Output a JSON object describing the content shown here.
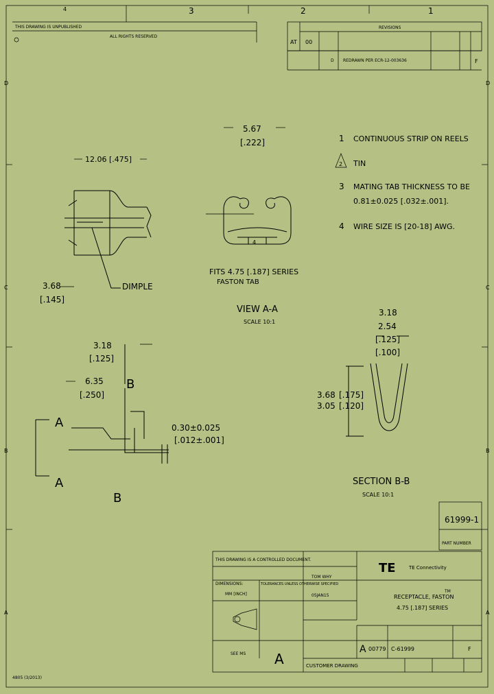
{
  "zones_top": [
    "4",
    "3",
    "2",
    "1"
  ],
  "zones_side": [
    "D",
    "C",
    "B",
    "A"
  ],
  "header": {
    "copyright_line": "THIS DRAWING IS UNPUBLISHED",
    "rights_line": "ALL RIGHTS RESERVED",
    "rev_loc": "AT",
    "rev_dist": "00",
    "revisions_title": "REVISIONS",
    "revision_letter": "D",
    "revision_desc": "REDRAWN PER ECR-12-003636",
    "revision_drawn": "F"
  },
  "notes": [
    {
      "num": "1",
      "text": "CONTINUOUS STRIP ON REELS"
    },
    {
      "num": "2",
      "text": "TIN",
      "flag": true
    },
    {
      "num": "3",
      "text": "MATING TAB THICKNESS TO BE",
      "text2": "0.81±0.025 [.032±.001]."
    },
    {
      "num": "4",
      "text": "WIRE SIZE IS [20-18] AWG."
    }
  ],
  "dims": {
    "d_567": "5.67",
    "d_222": "[.222]",
    "d_1206": "12.06 [.475]",
    "d_368": "3.68",
    "d_145": "[.145]",
    "dimple": "DIMPLE",
    "fits_line1": "FITS 4.75 [.187] SERIES",
    "fits_line2": "FASTON TAB",
    "view_aa": "VIEW A-A",
    "scale_aa": "SCALE 10:1",
    "d_318": "3.18",
    "d_125": "[.125]",
    "d_635": "6.35",
    "d_250": "[.250]",
    "b_label": "B",
    "a_label": "A",
    "d_030": "0.30±0.025",
    "d_012": "[.012±.001]",
    "s_318": "3.18",
    "s_254": "2.54",
    "s_125": "[.125]",
    "s_100": "[.100]",
    "s_368": "3.68",
    "s_305": "3.05",
    "s_175": "[.175]",
    "s_120": "[.120]",
    "section_bb": "SECTION B-B",
    "scale_bb": "SCALE 10:1"
  },
  "part_box": {
    "number": "61999-1",
    "label": "PART NUMBER"
  },
  "title_block": {
    "controlled": "THIS DRAWING IS A CONTROLLED DOCUMENT.",
    "dimensions": "DIMENSIONS:",
    "tolerances": "TOLERANCES UNLESS OTHERWISE SPECIFIED",
    "drawn_by": "TOM WHY",
    "date": "05JAN15",
    "logo": "TE",
    "company": "TE Connectivity",
    "name_line1": "RECEPTACLE, FASTON",
    "name_tm": "TM",
    "name_line2": "4.75 [.187] SERIES",
    "size": "A",
    "cage": "00779",
    "dwg_no": "C-61999",
    "rev": "F",
    "customer": "CUSTOMER DRAWING",
    "mm_label": "MM [INCH]",
    "weight": "SEE MS",
    "big_size": "A",
    "footer_code": "4805 (3/2013)"
  }
}
